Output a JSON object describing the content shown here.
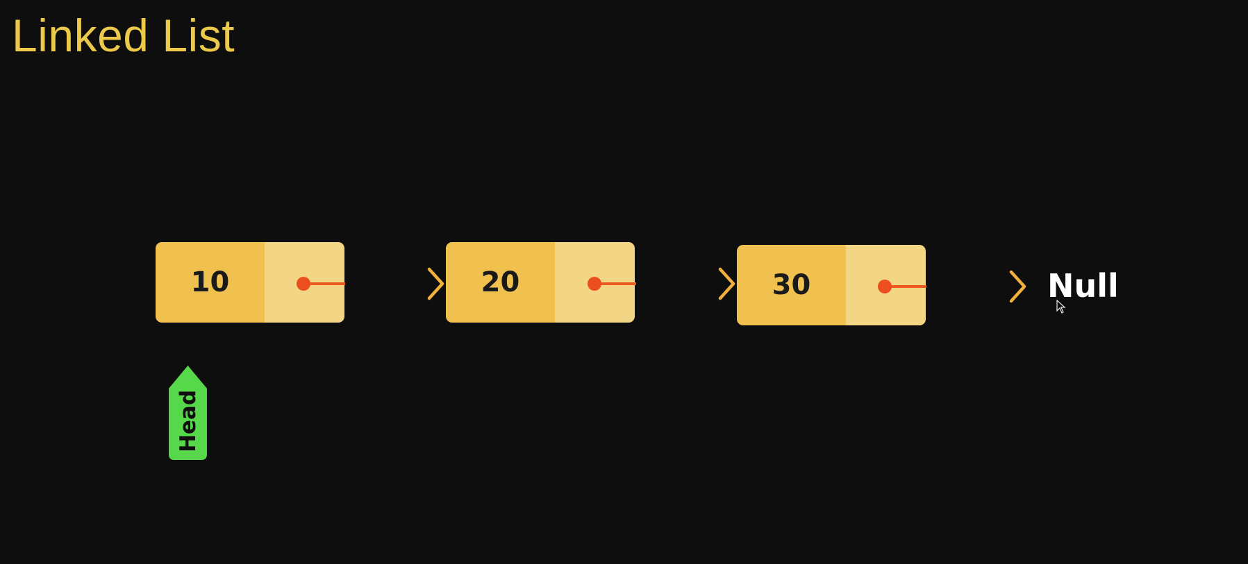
{
  "title": "Linked List",
  "nodes": [
    {
      "value": "10"
    },
    {
      "value": "20"
    },
    {
      "value": "30"
    }
  ],
  "terminator": "Null",
  "head_label": "Head",
  "colors": {
    "background": "#0e0e0e",
    "title": "#ecc94b",
    "node_data": "#f0c14f",
    "node_next": "#f3d586",
    "pointer_dot": "#ec4f1f",
    "pointer_line_start": "#ec4f1f",
    "pointer_line_end": "#f2b13c",
    "head_tag": "#56d84a",
    "null_text": "#ffffff"
  }
}
